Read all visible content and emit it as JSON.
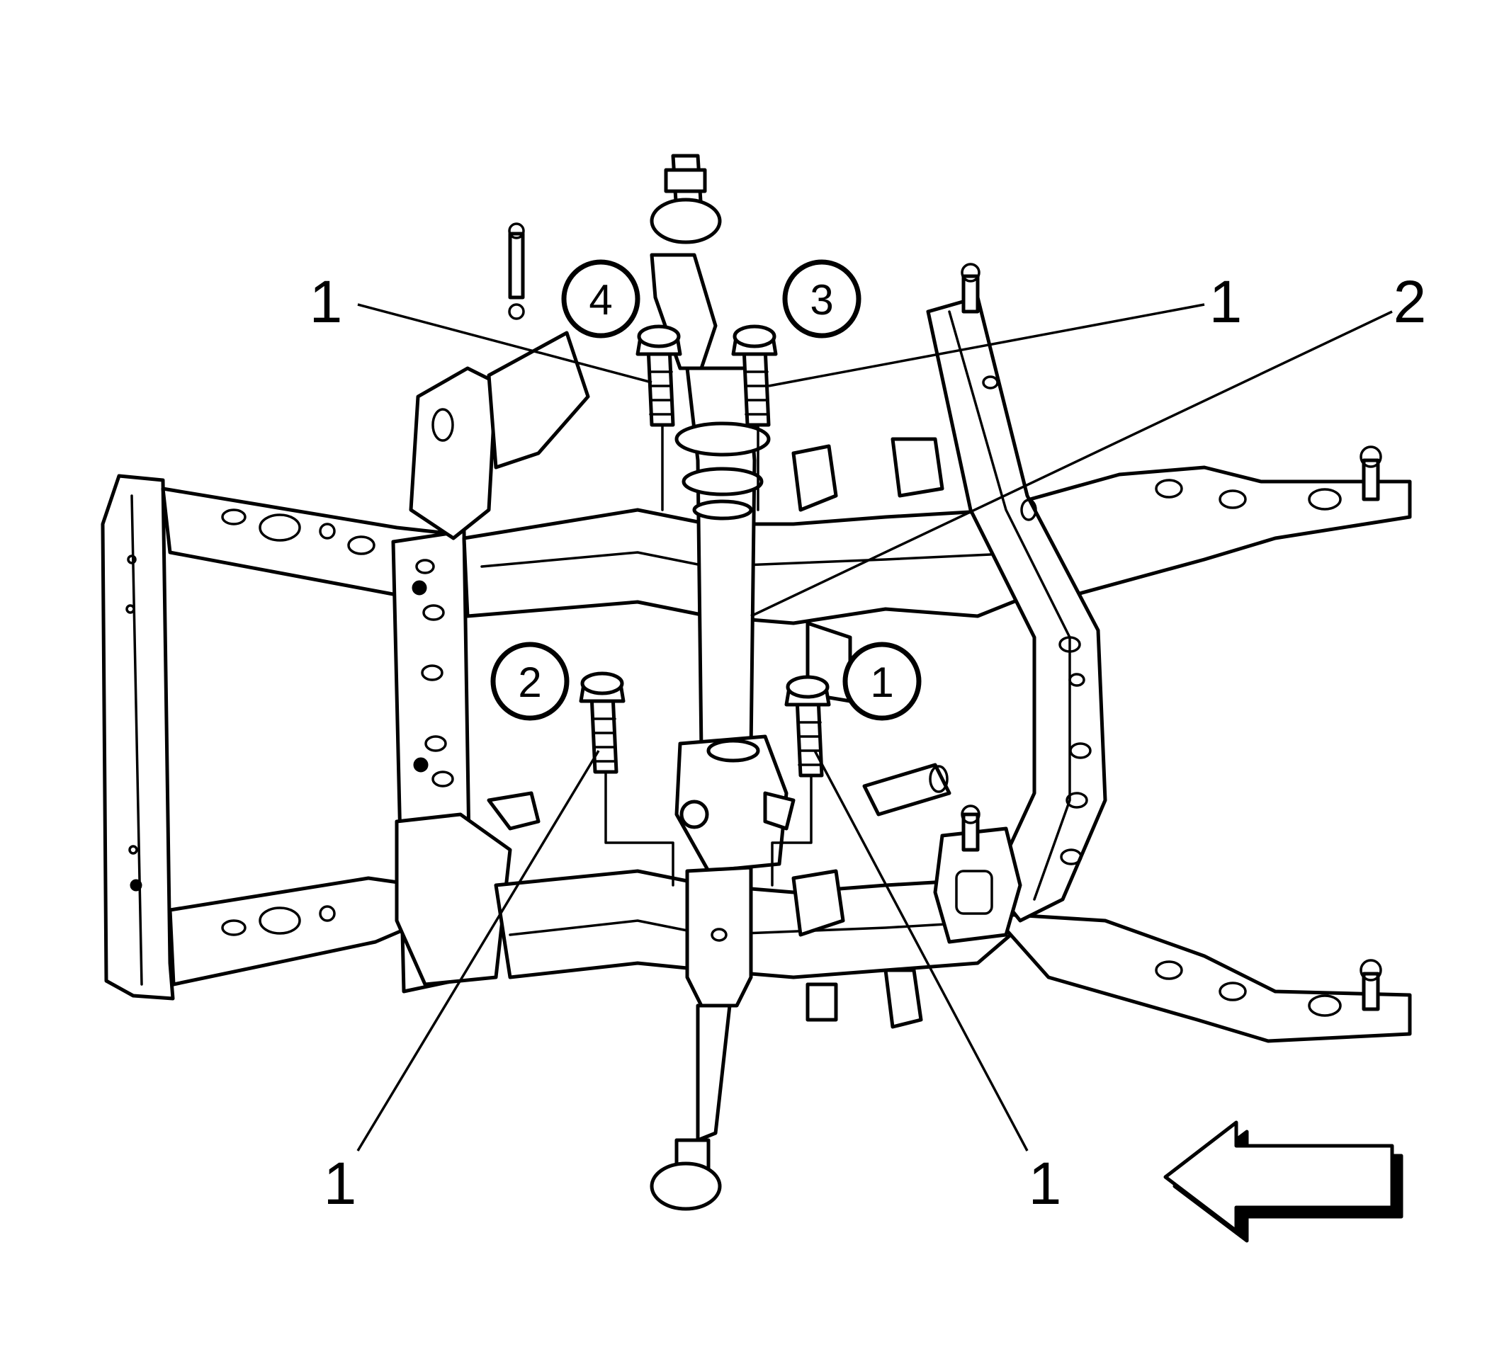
{
  "diagram": {
    "callouts": {
      "bolt_top_left": "1",
      "bolt_top_right": "1",
      "gear": "2",
      "bolt_bottom_left": "1",
      "bolt_bottom_right": "1"
    },
    "sequence": {
      "first": "1",
      "second": "2",
      "third": "3",
      "fourth": "4"
    },
    "direction_arrow": "front-of-vehicle-arrow"
  }
}
